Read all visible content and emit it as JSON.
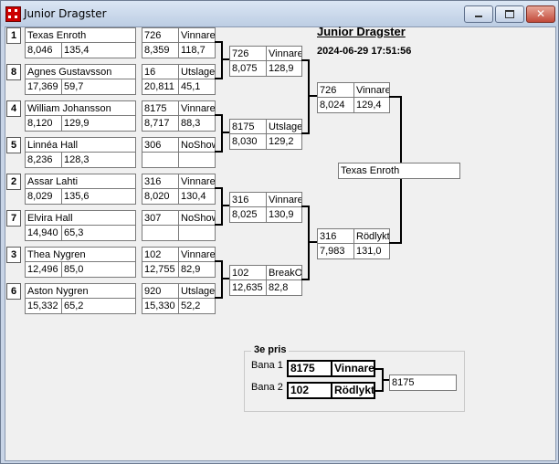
{
  "window": {
    "title": "Junior Dragster"
  },
  "header": {
    "title": "Junior Dragster",
    "datetime": "2024-06-29 17:51:56"
  },
  "round1": [
    {
      "seed": "1",
      "name": "Texas Enroth",
      "et": "8,046",
      "speed": "135,4",
      "qual": "726",
      "result": "Vinnare",
      "time2": "8,359",
      "speed2": "118,7"
    },
    {
      "seed": "8",
      "name": "Agnes Gustavsson",
      "et": "17,369",
      "speed": "59,7",
      "qual": "16",
      "result": "Utslagen",
      "time2": "20,811",
      "speed2": "45,1"
    },
    {
      "seed": "4",
      "name": "William Johansson",
      "et": "8,120",
      "speed": "129,9",
      "qual": "8175",
      "result": "Vinnare",
      "time2": "8,717",
      "speed2": "88,3"
    },
    {
      "seed": "5",
      "name": "Linnéa Hall",
      "et": "8,236",
      "speed": "128,3",
      "qual": "306",
      "result": "NoShow",
      "time2": "",
      "speed2": ""
    },
    {
      "seed": "2",
      "name": "Assar Lahti",
      "et": "8,029",
      "speed": "135,6",
      "qual": "316",
      "result": "Vinnare",
      "time2": "8,020",
      "speed2": "130,4"
    },
    {
      "seed": "7",
      "name": "Elvira Hall",
      "et": "14,940",
      "speed": "65,3",
      "qual": "307",
      "result": "NoShow",
      "time2": "",
      "speed2": ""
    },
    {
      "seed": "3",
      "name": "Thea Nygren",
      "et": "12,496",
      "speed": "85,0",
      "qual": "102",
      "result": "Vinnare",
      "time2": "12,755",
      "speed2": "82,9"
    },
    {
      "seed": "6",
      "name": "Aston Nygren",
      "et": "15,332",
      "speed": "65,2",
      "qual": "920",
      "result": "Utslagen",
      "time2": "15,330",
      "speed2": "52,2"
    }
  ],
  "round2": [
    {
      "qual": "726",
      "result": "Vinnare",
      "time": "8,075",
      "speed": "128,9"
    },
    {
      "qual": "8175",
      "result": "Utslagen",
      "time": "8,030",
      "speed": "129,2"
    },
    {
      "qual": "316",
      "result": "Vinnare",
      "time": "8,025",
      "speed": "130,9"
    },
    {
      "qual": "102",
      "result": "BreakOut",
      "time": "12,635",
      "speed": "82,8"
    }
  ],
  "final": [
    {
      "qual": "726",
      "result": "Vinnare",
      "time": "8,024",
      "speed": "129,4"
    },
    {
      "qual": "316",
      "result": "Rödlykta",
      "time": "7,983",
      "speed": "131,0"
    }
  ],
  "champion": "Texas Enroth",
  "third_place": {
    "label": "3e pris",
    "lane1_label": "Bana 1",
    "lane1_qual": "8175",
    "lane1_result": "Vinnare",
    "lane2_label": "Bana 2",
    "lane2_qual": "102",
    "lane2_result": "Rödlykta",
    "winner": "8175"
  }
}
